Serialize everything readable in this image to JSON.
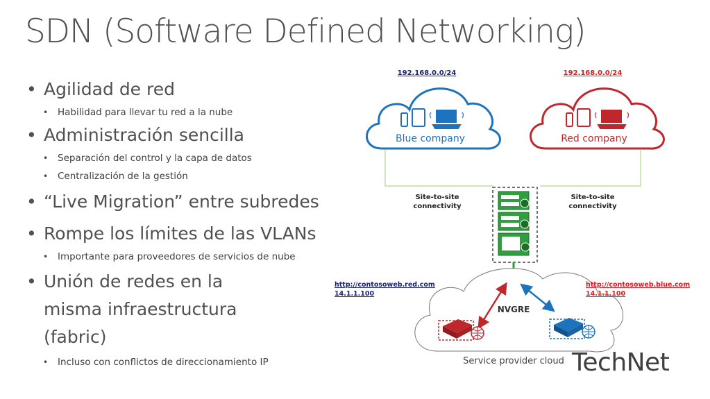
{
  "title": "SDN (Software Defined Networking)",
  "bullets": [
    {
      "text": "Agilidad de red",
      "sub": [
        "Habilidad para llevar tu red a la nube"
      ]
    },
    {
      "text": "Administración sencilla",
      "sub": [
        "Separación del control y la capa de datos",
        "Centralización de la gestión"
      ]
    },
    {
      "text": "“Live Migration” entre subredes",
      "sub": []
    },
    {
      "text": "Rompe los límites de las VLANs",
      "sub": [
        "Importante para proveedores de servicios de nube"
      ]
    },
    {
      "text": "Unión de redes en la misma infraestructura (fabric)",
      "sub": [
        "Incluso con conflictos de direccionamiento IP"
      ]
    }
  ],
  "diagram": {
    "blue_subnet": "192.168.0.0/24",
    "red_subnet": "192.168.0.0/24",
    "blue_cloud_label": "Blue company",
    "red_cloud_label": "Red company",
    "s2s_left": [
      "Site-to-site",
      "connectivity"
    ],
    "s2s_right": [
      "Site-to-site",
      "connectivity"
    ],
    "left_url": [
      "http://contosoweb.red.com",
      "14.1.1.100"
    ],
    "right_url": [
      "http://contosoweb.blue.com",
      "14.1.1.100"
    ],
    "nvgre_label": "NVGRE",
    "provider_cloud_label": "Service provider cloud",
    "colors": {
      "blue": "#1e73be",
      "red": "#c0272d",
      "green": "#2e9e3e",
      "navy": "#1a237e",
      "link_red": "#e11b22"
    }
  },
  "brand": "TechNet"
}
